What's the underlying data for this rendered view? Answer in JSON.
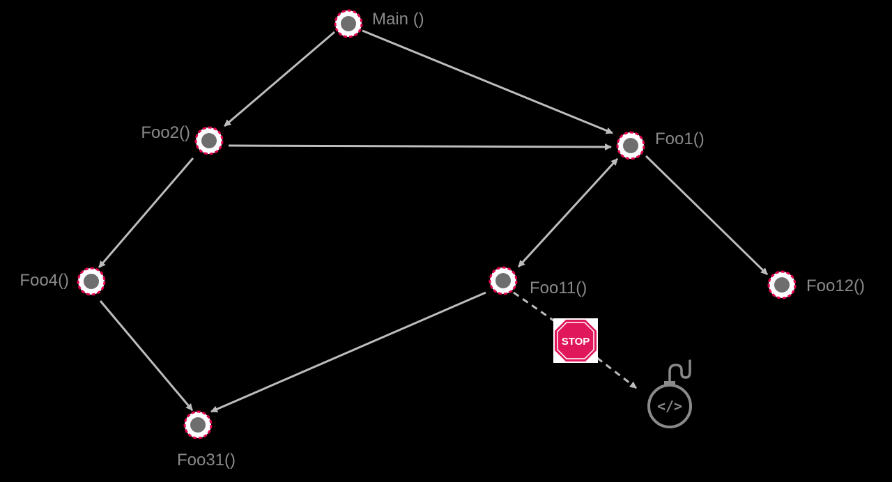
{
  "colors": {
    "background": "#000000",
    "edge": "#bdbdbd",
    "node_ring": "#e0004d",
    "node_fill": "#ffffff",
    "node_core": "#6e6e6e",
    "label": "#8a8a8a",
    "stop_sign": "#e0175b",
    "bomb": "#8a8a8a"
  },
  "nodes": [
    {
      "id": "main",
      "label": "Main ()"
    },
    {
      "id": "foo2",
      "label": "Foo2()"
    },
    {
      "id": "foo1",
      "label": "Foo1()"
    },
    {
      "id": "foo4",
      "label": "Foo4()"
    },
    {
      "id": "foo11",
      "label": "Foo11()"
    },
    {
      "id": "foo12",
      "label": "Foo12()"
    },
    {
      "id": "foo31",
      "label": "Foo31()"
    }
  ],
  "edges": [
    {
      "from": "main",
      "to": "foo2",
      "style": "solid"
    },
    {
      "from": "main",
      "to": "foo1",
      "style": "solid"
    },
    {
      "from": "foo2",
      "to": "foo1",
      "style": "solid"
    },
    {
      "from": "foo2",
      "to": "foo4",
      "style": "solid"
    },
    {
      "from": "foo1",
      "to": "foo11",
      "style": "solid",
      "bidirectional": true
    },
    {
      "from": "foo1",
      "to": "foo12",
      "style": "solid"
    },
    {
      "from": "foo4",
      "to": "foo31",
      "style": "solid"
    },
    {
      "from": "foo11",
      "to": "foo31",
      "style": "solid"
    },
    {
      "from": "foo11",
      "to": "bomb",
      "style": "dashed"
    }
  ],
  "stop_sign": {
    "text": "STOP",
    "icon": "stop-sign-icon"
  },
  "bomb": {
    "text": "</>",
    "icon": "bomb-icon"
  }
}
